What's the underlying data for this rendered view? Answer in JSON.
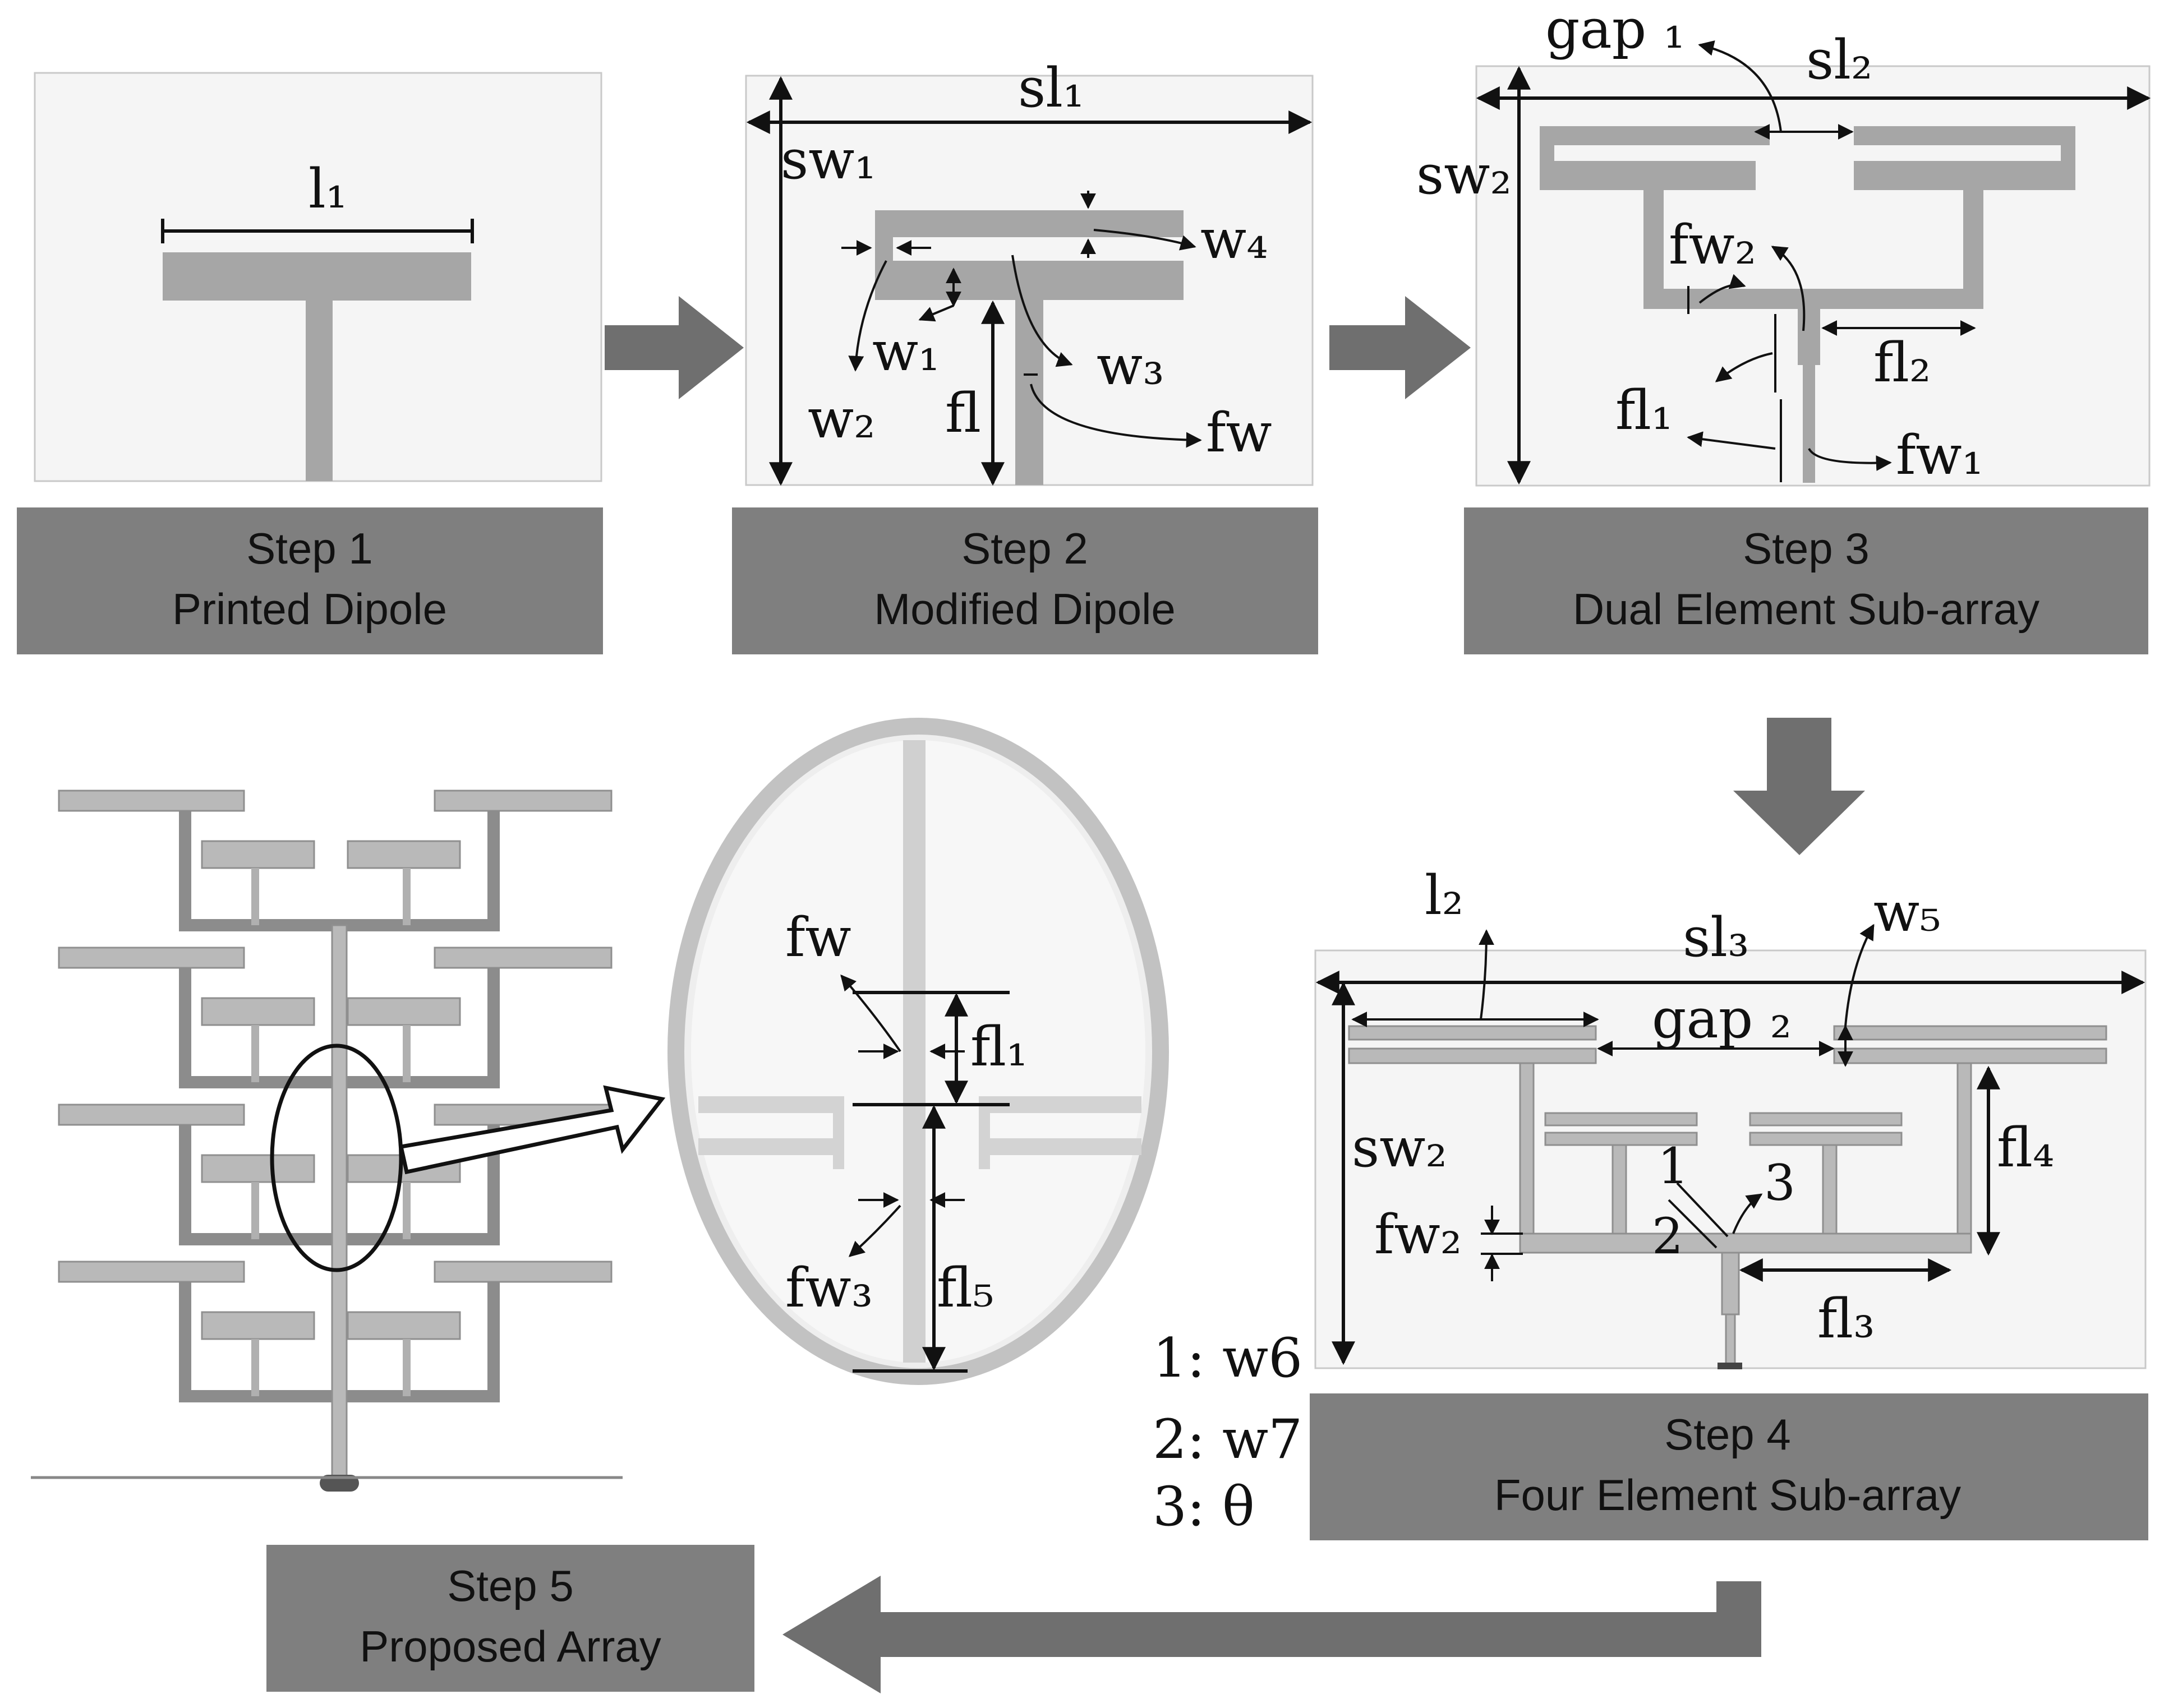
{
  "steps": [
    {
      "title": "Step 1",
      "subtitle": "Printed Dipole"
    },
    {
      "title": "Step 2",
      "subtitle": "Modified Dipole"
    },
    {
      "title": "Step 3",
      "subtitle": "Dual Element Sub-array"
    },
    {
      "title": "Step 4",
      "subtitle": "Four Element Sub-array"
    },
    {
      "title": "Step 5",
      "subtitle": "Proposed Array"
    }
  ],
  "labels": {
    "l1": "l₁",
    "sl1": "sl₁",
    "sw1": "sw₁",
    "w1": "w₁",
    "w2": "w₂",
    "w3": "w₃",
    "w4": "w₄",
    "fl": "fl",
    "fw": "fw",
    "gap1": "gap ₁",
    "sl2": "sl₂",
    "sw2": "sw₂",
    "fw2": "fw₂",
    "fl2": "fl₂",
    "fl1": "fl₁",
    "fw1": "fw₁",
    "l2": "l₂",
    "sl3": "sl₃",
    "w5": "w₅",
    "gap2": "gap ₂",
    "fl4": "fl₄",
    "fl3": "fl₃",
    "n1": "1",
    "n2": "2",
    "n3": "3",
    "zoom_fw": "fw",
    "zoom_fl1": "fl₁",
    "zoom_fw3": "fw₃",
    "zoom_fl5": "fl₅"
  },
  "legend": [
    "1: w6",
    "2: w7",
    "3: θ"
  ]
}
